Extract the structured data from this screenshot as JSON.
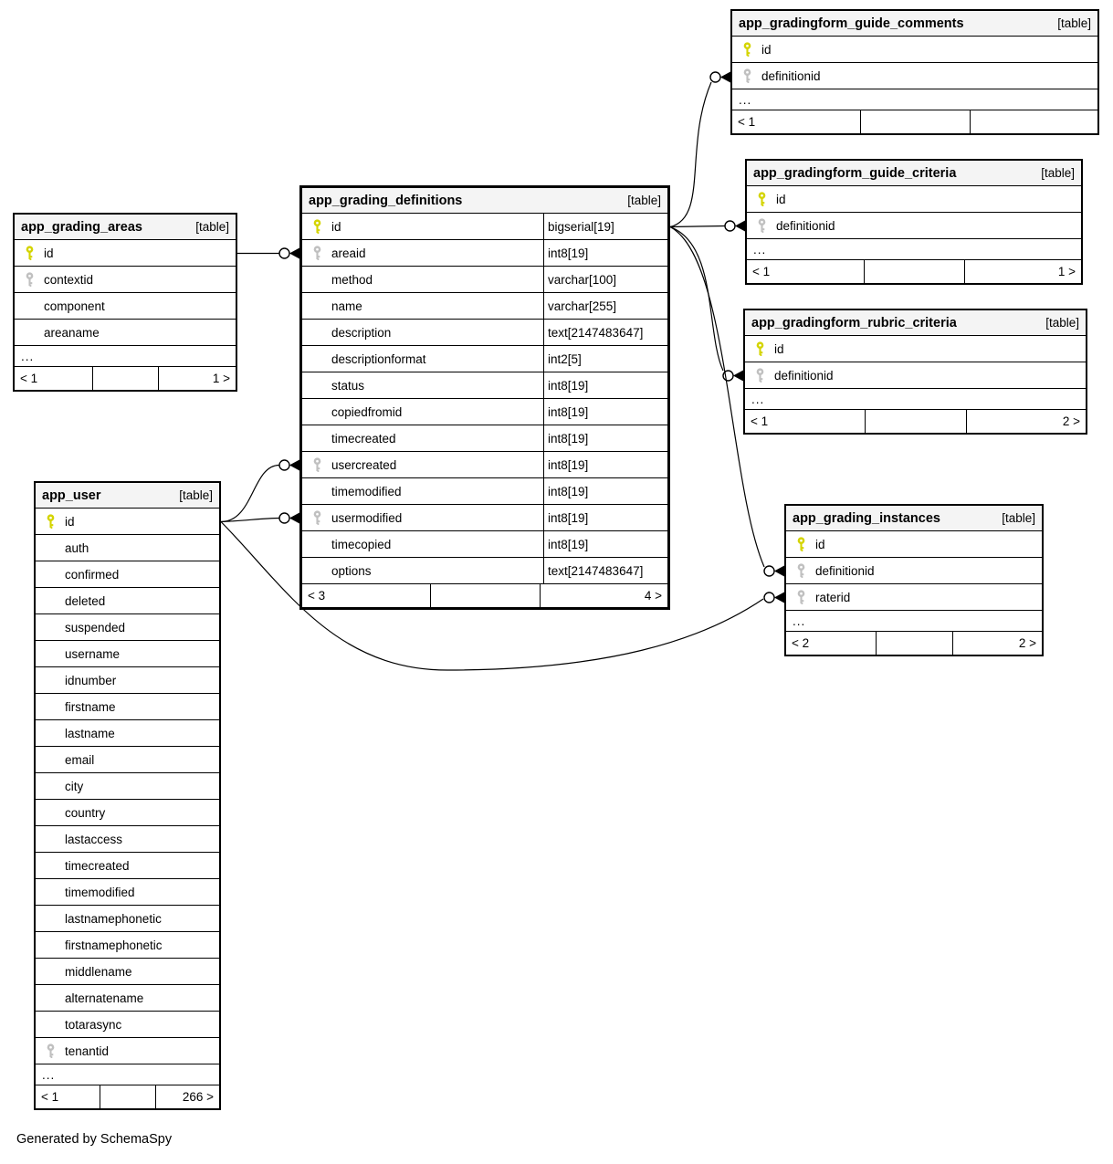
{
  "diagram": {
    "generator_note": "Generated by SchemaSpy",
    "colors": {
      "pk_key": "#d4d400",
      "fk_key": "#c0c0c0",
      "header_bg": "#f4f4f4",
      "border": "#000000"
    },
    "tables": [
      {
        "name": "app_gradingform_guide_comments",
        "tag": "[table]",
        "columns": [
          {
            "name": "id",
            "key": "pk"
          },
          {
            "name": "definitionid",
            "key": "fk"
          }
        ],
        "ellipsis": "...",
        "footer": {
          "left": "< 1",
          "mid": "",
          "right": ""
        }
      },
      {
        "name": "app_gradingform_guide_criteria",
        "tag": "[table]",
        "columns": [
          {
            "name": "id",
            "key": "pk"
          },
          {
            "name": "definitionid",
            "key": "fk"
          }
        ],
        "ellipsis": "...",
        "footer": {
          "left": "< 1",
          "mid": "",
          "right": "1 >"
        }
      },
      {
        "name": "app_gradingform_rubric_criteria",
        "tag": "[table]",
        "columns": [
          {
            "name": "id",
            "key": "pk"
          },
          {
            "name": "definitionid",
            "key": "fk"
          }
        ],
        "ellipsis": "...",
        "footer": {
          "left": "< 1",
          "mid": "",
          "right": "2 >"
        }
      },
      {
        "name": "app_grading_definitions",
        "tag": "[table]",
        "columns": [
          {
            "name": "id",
            "type": "bigserial[19]",
            "key": "pk"
          },
          {
            "name": "areaid",
            "type": "int8[19]",
            "key": "fk"
          },
          {
            "name": "method",
            "type": "varchar[100]"
          },
          {
            "name": "name",
            "type": "varchar[255]"
          },
          {
            "name": "description",
            "type": "text[2147483647]"
          },
          {
            "name": "descriptionformat",
            "type": "int2[5]"
          },
          {
            "name": "status",
            "type": "int8[19]"
          },
          {
            "name": "copiedfromid",
            "type": "int8[19]"
          },
          {
            "name": "timecreated",
            "type": "int8[19]"
          },
          {
            "name": "usercreated",
            "type": "int8[19]",
            "key": "fk"
          },
          {
            "name": "timemodified",
            "type": "int8[19]"
          },
          {
            "name": "usermodified",
            "type": "int8[19]",
            "key": "fk"
          },
          {
            "name": "timecopied",
            "type": "int8[19]"
          },
          {
            "name": "options",
            "type": "text[2147483647]"
          }
        ],
        "footer": {
          "left": "< 3",
          "mid": "",
          "right": "4 >"
        }
      },
      {
        "name": "app_grading_areas",
        "tag": "[table]",
        "columns": [
          {
            "name": "id",
            "key": "pk"
          },
          {
            "name": "contextid",
            "key": "fk"
          },
          {
            "name": "component"
          },
          {
            "name": "areaname"
          }
        ],
        "ellipsis": "...",
        "footer": {
          "left": "< 1",
          "mid": "",
          "right": "1 >"
        }
      },
      {
        "name": "app_user",
        "tag": "[table]",
        "columns": [
          {
            "name": "id",
            "key": "pk"
          },
          {
            "name": "auth"
          },
          {
            "name": "confirmed"
          },
          {
            "name": "deleted"
          },
          {
            "name": "suspended"
          },
          {
            "name": "username"
          },
          {
            "name": "idnumber"
          },
          {
            "name": "firstname"
          },
          {
            "name": "lastname"
          },
          {
            "name": "email"
          },
          {
            "name": "city"
          },
          {
            "name": "country"
          },
          {
            "name": "lastaccess"
          },
          {
            "name": "timecreated"
          },
          {
            "name": "timemodified"
          },
          {
            "name": "lastnamephonetic"
          },
          {
            "name": "firstnamephonetic"
          },
          {
            "name": "middlename"
          },
          {
            "name": "alternatename"
          },
          {
            "name": "totarasync"
          },
          {
            "name": "tenantid",
            "key": "fk"
          }
        ],
        "ellipsis": "...",
        "footer": {
          "left": "< 1",
          "mid": "",
          "right": "266 >"
        }
      },
      {
        "name": "app_grading_instances",
        "tag": "[table]",
        "columns": [
          {
            "name": "id",
            "key": "pk"
          },
          {
            "name": "definitionid",
            "key": "fk"
          },
          {
            "name": "raterid",
            "key": "fk"
          }
        ],
        "ellipsis": "...",
        "footer": {
          "left": "< 2",
          "mid": "",
          "right": "2 >"
        }
      }
    ],
    "relationships": [
      {
        "from": "app_grading_areas.id",
        "to": "app_grading_definitions.areaid"
      },
      {
        "from": "app_user.id",
        "to": "app_grading_definitions.usercreated"
      },
      {
        "from": "app_user.id",
        "to": "app_grading_definitions.usermodified"
      },
      {
        "from": "app_user.id",
        "to": "app_grading_instances.raterid"
      },
      {
        "from": "app_grading_definitions.id",
        "to": "app_gradingform_guide_comments.definitionid"
      },
      {
        "from": "app_grading_definitions.id",
        "to": "app_gradingform_guide_criteria.definitionid"
      },
      {
        "from": "app_grading_definitions.id",
        "to": "app_gradingform_rubric_criteria.definitionid"
      },
      {
        "from": "app_grading_definitions.id",
        "to": "app_grading_instances.definitionid"
      }
    ]
  }
}
